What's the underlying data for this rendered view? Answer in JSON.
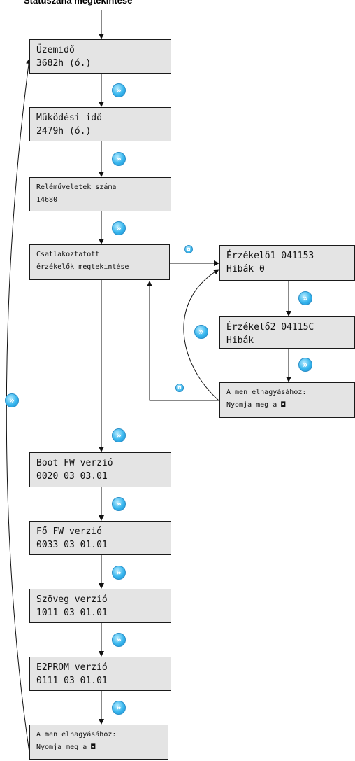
{
  "title": "Státuszána megtekintése",
  "boxes": {
    "uzemido": [
      "Üzemidő",
      "3682h (ó.)"
    ],
    "mukodesi": [
      "Működési idő",
      "2479h (ó.)"
    ],
    "rele": [
      "Reléműveletek száma",
      "14680"
    ],
    "csatlakoztatott": [
      "Csatlakoztatott",
      "érzékelők megtekintése"
    ],
    "erzekelo1": [
      "Érzékelő1 041153",
      "Hibák 0"
    ],
    "erzekelo2": [
      "Érzékelő2 04115C",
      "Hibák"
    ],
    "exit_right": [
      "A men  elhagyásához:",
      "Nyomja meg a ◘"
    ],
    "boot": [
      "Boot FW verzió",
      "0020 03 03.01"
    ],
    "fo": [
      "Fő FW verzió",
      "0033 03 01.01"
    ],
    "szoveg": [
      "Szöveg verzió",
      "1011 03 01.01"
    ],
    "e2prom": [
      "E2PROM verzió",
      "0111 03 01.01"
    ],
    "exit_bottom": [
      "A men  elhagyásához:",
      "Nyomja meg a ◘"
    ]
  },
  "icons": {
    "next": "next-button-icon",
    "ok": "ok-button-icon",
    "next_glyph": "»"
  },
  "colors": {
    "box_fill": "#e4e4e4",
    "icon_blue": "#37b6ee"
  }
}
